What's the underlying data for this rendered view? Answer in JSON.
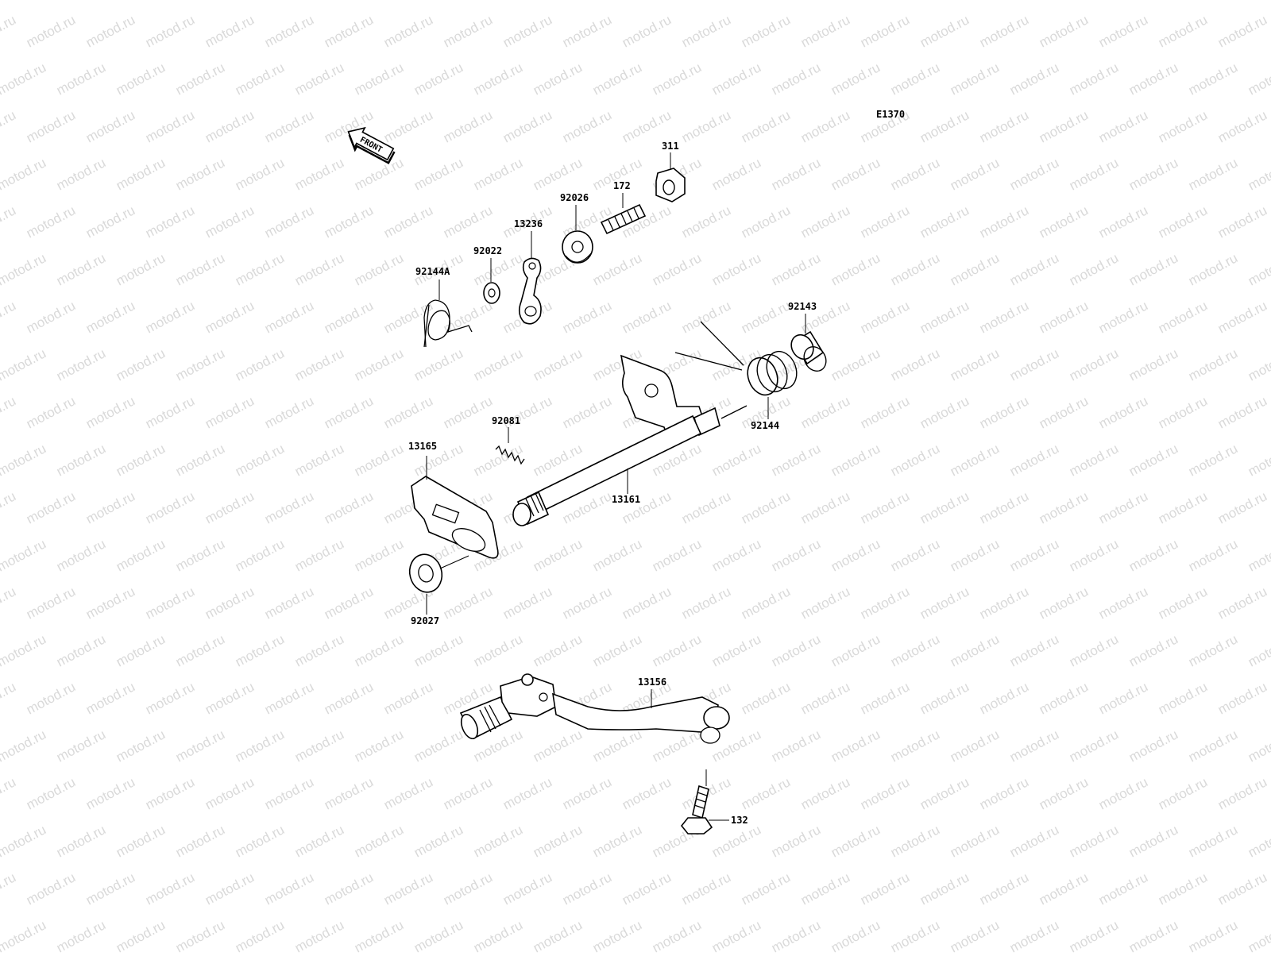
{
  "diagram": {
    "code": "E1370",
    "front_label": "FRONT",
    "watermark_text": "motod.ru",
    "parts": [
      {
        "id": "311"
      },
      {
        "id": "172"
      },
      {
        "id": "92026"
      },
      {
        "id": "13236"
      },
      {
        "id": "92022"
      },
      {
        "id": "92144A"
      },
      {
        "id": "92143"
      },
      {
        "id": "92144"
      },
      {
        "id": "92081"
      },
      {
        "id": "13165"
      },
      {
        "id": "13161"
      },
      {
        "id": "92027"
      },
      {
        "id": "13156"
      },
      {
        "id": "132"
      }
    ]
  }
}
